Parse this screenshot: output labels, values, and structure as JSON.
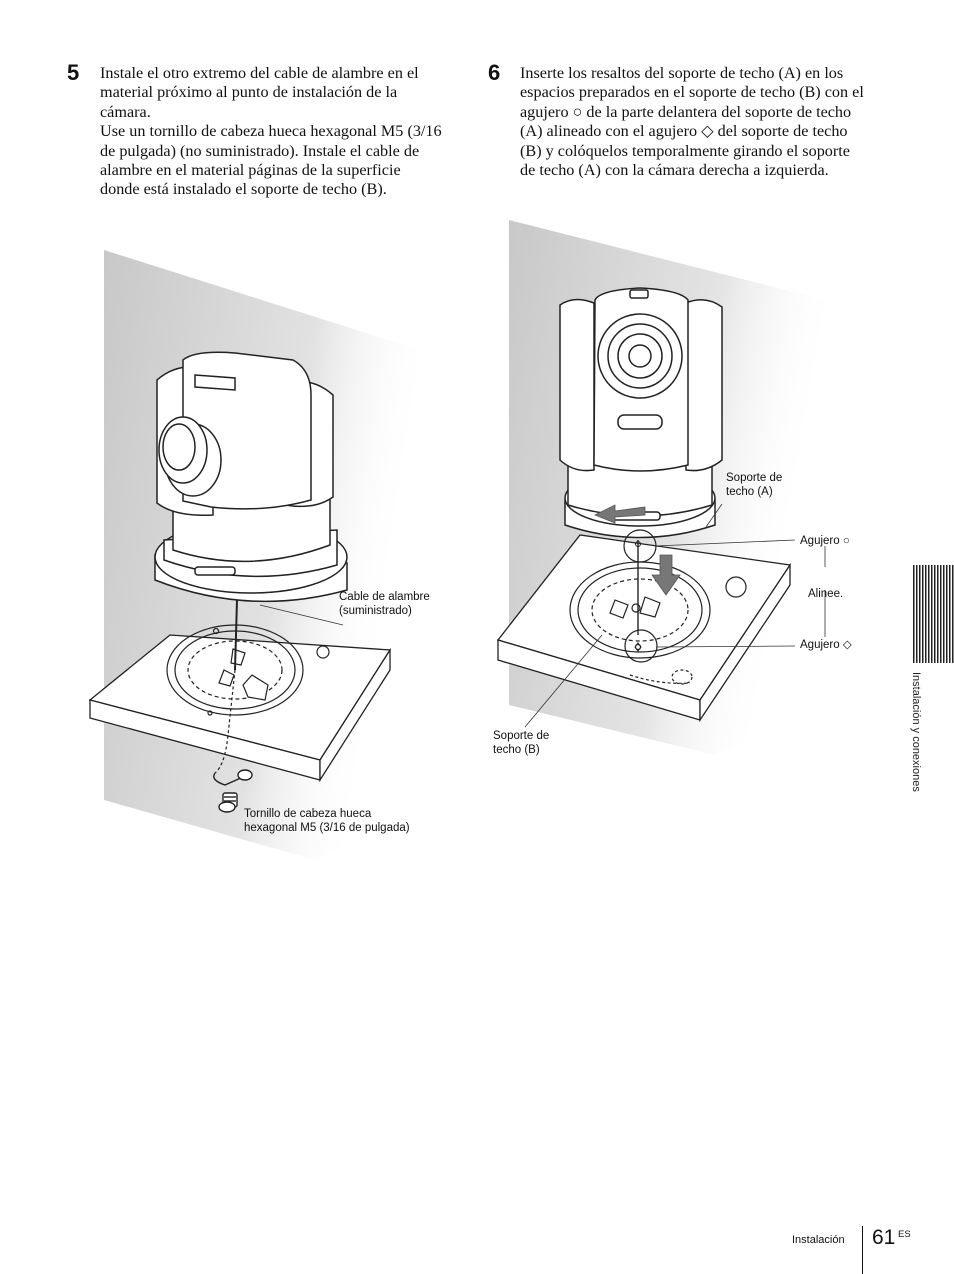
{
  "step5": {
    "number": "5",
    "paragraph1": "Instale el otro extremo del cable de alambre en el material próximo al punto de instalación de la cámara.",
    "paragraph2": "Use un tornillo de cabeza hueca hexagonal M5 (3/16 de pulgada) (no suministrado). Instale el cable de alambre en el material páginas de la superficie donde está instalado el soporte de techo (B)."
  },
  "step6": {
    "number": "6",
    "paragraph": "Inserte los resaltos del soporte de techo (A) en los espacios preparados en el soporte de techo (B) con el agujero ○ de la parte delantera del soporte de techo (A) alineado con el agujero ◇ del soporte de techo (B) y colóquelos temporalmente girando el soporte de techo (A) con la cámara derecha a izquierda."
  },
  "figure5": {
    "cable_label": "Cable de alambre\n(suministrado)",
    "screw_label": "Tornillo de cabeza hueca\nhexagonal M5 (3/16 de pulgada)"
  },
  "figure6": {
    "bracket_a_label": "Soporte de\ntecho (A)",
    "hole_circle_label": "Agujero ○",
    "align_label": "Alinee.",
    "hole_diamond_label": "Agujero ◇",
    "bracket_b_label": "Soporte de\ntecho (B)"
  },
  "side_tab": {
    "label": "Instalación y conexiones"
  },
  "footer": {
    "section": "Instalación",
    "page_number": "61",
    "language": "ES"
  }
}
